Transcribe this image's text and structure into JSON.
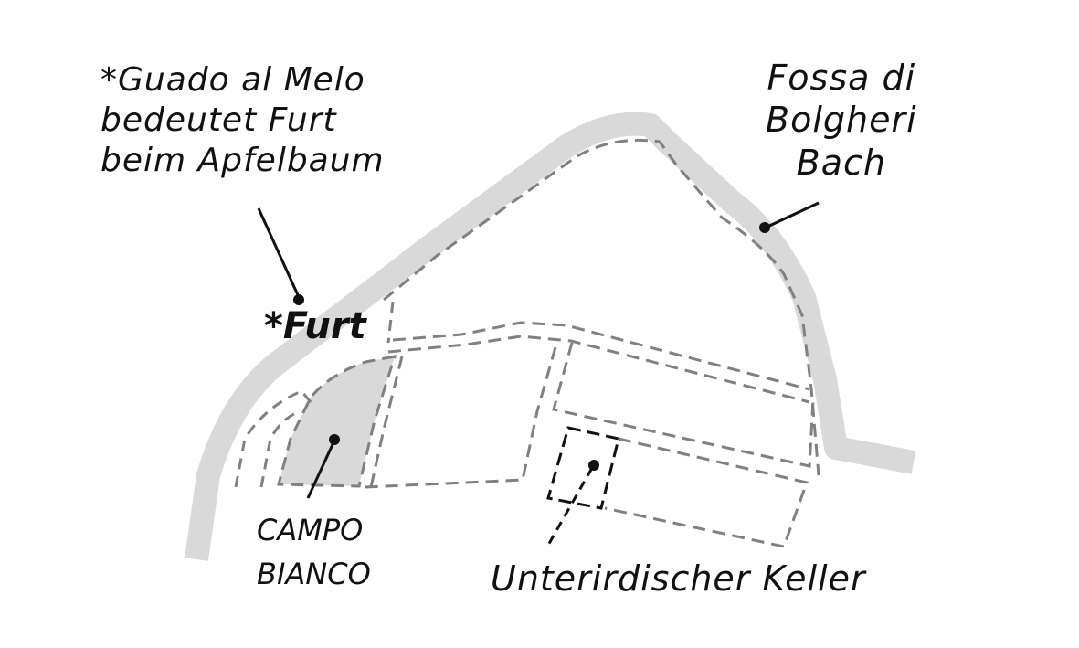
{
  "map": {
    "note_lines": [
      "*Guado al Melo",
      "bedeutet Furt",
      "beim Apfelbaum"
    ],
    "river_lines": [
      "Fossa di",
      "Bolgheri",
      "Bach"
    ],
    "ford_label": "*Furt",
    "campo_lines": [
      "CAMPO",
      "BIANCO"
    ],
    "cellar_label": "Unterirdischer Keller"
  },
  "colors": {
    "river": "#d9d9d9",
    "parcel_border": "#808080",
    "campo_fill": "#d9d9d9",
    "cellar_border": "#111111",
    "text": "#111111"
  }
}
